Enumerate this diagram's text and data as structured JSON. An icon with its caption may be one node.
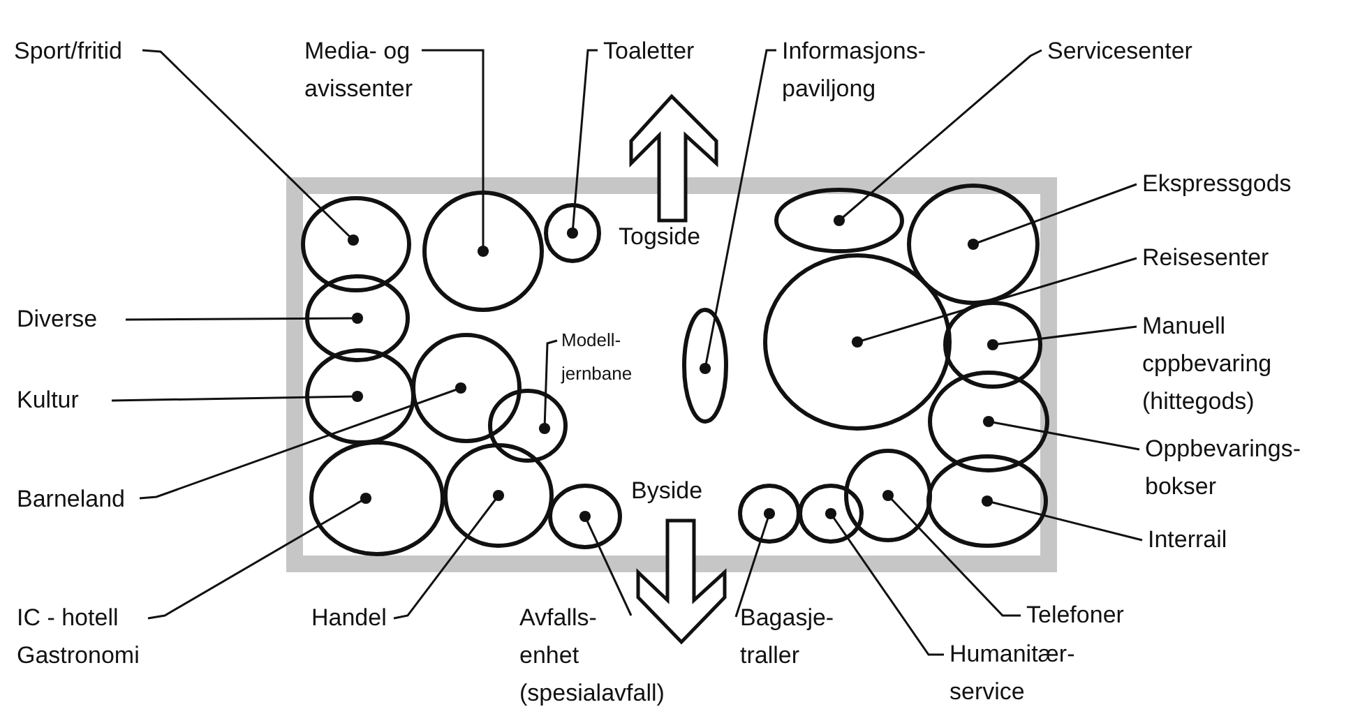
{
  "diagram": {
    "nodes": [
      {
        "text": [],
        "shape": "box"
      },
      {
        "text": [],
        "shape": "circle",
        "in": 0
      },
      {
        "text": [],
        "shape": "circle",
        "in": 0
      },
      {
        "text": [],
        "shape": "circle",
        "in": 0
      },
      {
        "text": [],
        "shape": "circle",
        "in": 0
      },
      {
        "text": [],
        "shape": "circle",
        "in": 0
      },
      {
        "text": [],
        "shape": "circle",
        "in": 0
      },
      {
        "text": [],
        "shape": "circle",
        "in": 0
      },
      {
        "text": [],
        "shape": "circle",
        "in": 0
      },
      {
        "text": [],
        "shape": "circle",
        "in": 0
      },
      {
        "text": [],
        "shape": "circle",
        "in": 0
      },
      {
        "text": [],
        "shape": "circle",
        "in": 0
      },
      {
        "text": [],
        "shape": "circle",
        "in": 0
      },
      {
        "text": [],
        "shape": "circle",
        "in": 0
      },
      {
        "text": [],
        "shape": "circle",
        "in": 0
      },
      {
        "text": [],
        "shape": "circle",
        "in": 0
      },
      {
        "text": [],
        "shape": "circle",
        "in": 0
      },
      {
        "text": [],
        "shape": "circle",
        "in": 0
      },
      {
        "text": [],
        "shape": "circle",
        "in": 0
      },
      {
        "text": [],
        "shape": "circle",
        "in": 0
      },
      {
        "text": [],
        "shape": "circle",
        "in": 0
      },
      {
        "text": [
          "Sport/fritid"
        ]
      },
      {
        "text": [
          "Media- og avissenter"
        ]
      },
      {
        "text": [
          "Toaletter"
        ]
      },
      {
        "text": [
          "Informasjons- paviljong"
        ]
      },
      {
        "text": [
          "Servicesenter"
        ]
      },
      {
        "text": [
          "Ekspressgods"
        ]
      },
      {
        "text": [
          "Diverse"
        ]
      },
      {
        "text": [
          "Reisesenter"
        ]
      },
      {
        "text": [
          "Modell- jernbane"
        ],
        "in": 0
      },
      {
        "text": [
          "Manuell cppbevaring (hittegods)"
        ]
      },
      {
        "text": [
          "Kultur"
        ]
      },
      {
        "text": [
          "Oppbevarings- bokser"
        ]
      },
      {
        "text": [
          "Barneland"
        ]
      },
      {
        "text": [
          "Interrail"
        ]
      },
      {
        "text": [
          "Telefoner"
        ]
      },
      {
        "text": [
          "IC - hotell Gastronomi"
        ]
      },
      {
        "text": [
          "Handel"
        ]
      },
      {
        "text": [
          "Avfalls- enhet (spesialavfall)"
        ]
      },
      {
        "text": [
          "Bagasje- traller"
        ]
      },
      {
        "text": [
          "Humanitær- service"
        ]
      }
    ],
    "edges": [
      {
        "from": 21,
        "to": 1,
        "arrow": "other"
      },
      {
        "from": 22,
        "to": 2,
        "arrow": "other"
      },
      {
        "from": 23,
        "to": 3,
        "arrow": "other"
      },
      {
        "from": 24,
        "to": 11,
        "arrow": "other"
      },
      {
        "from": 25,
        "to": 12,
        "arrow": "other"
      },
      {
        "from": 26,
        "to": 13,
        "arrow": "other"
      },
      {
        "from": 27,
        "to": 4,
        "arrow": "other"
      },
      {
        "from": 28,
        "to": 14,
        "arrow": "other"
      },
      {
        "from": 29,
        "to": 7,
        "arrow": "other"
      },
      {
        "from": 30,
        "to": 15,
        "arrow": "other"
      },
      {
        "from": 31,
        "to": 5,
        "arrow": "other"
      },
      {
        "from": 32,
        "to": 16,
        "arrow": "other"
      },
      {
        "from": 33,
        "to": 6,
        "arrow": "other"
      },
      {
        "from": 34,
        "to": 17,
        "arrow": "other"
      },
      {
        "from": 35,
        "to": 20,
        "arrow": "other"
      },
      {
        "from": 36,
        "to": 8,
        "arrow": "other"
      },
      {
        "from": 37,
        "to": 9,
        "arrow": "other"
      },
      {
        "from": 38,
        "to": 10,
        "arrow": "other"
      },
      {
        "from": 39,
        "to": 18,
        "arrow": "other"
      },
      {
        "from": 40,
        "to": 19,
        "arrow": "other"
      }
    ],
    "labels": [
      "Togside",
      "Byside"
    ]
  }
}
